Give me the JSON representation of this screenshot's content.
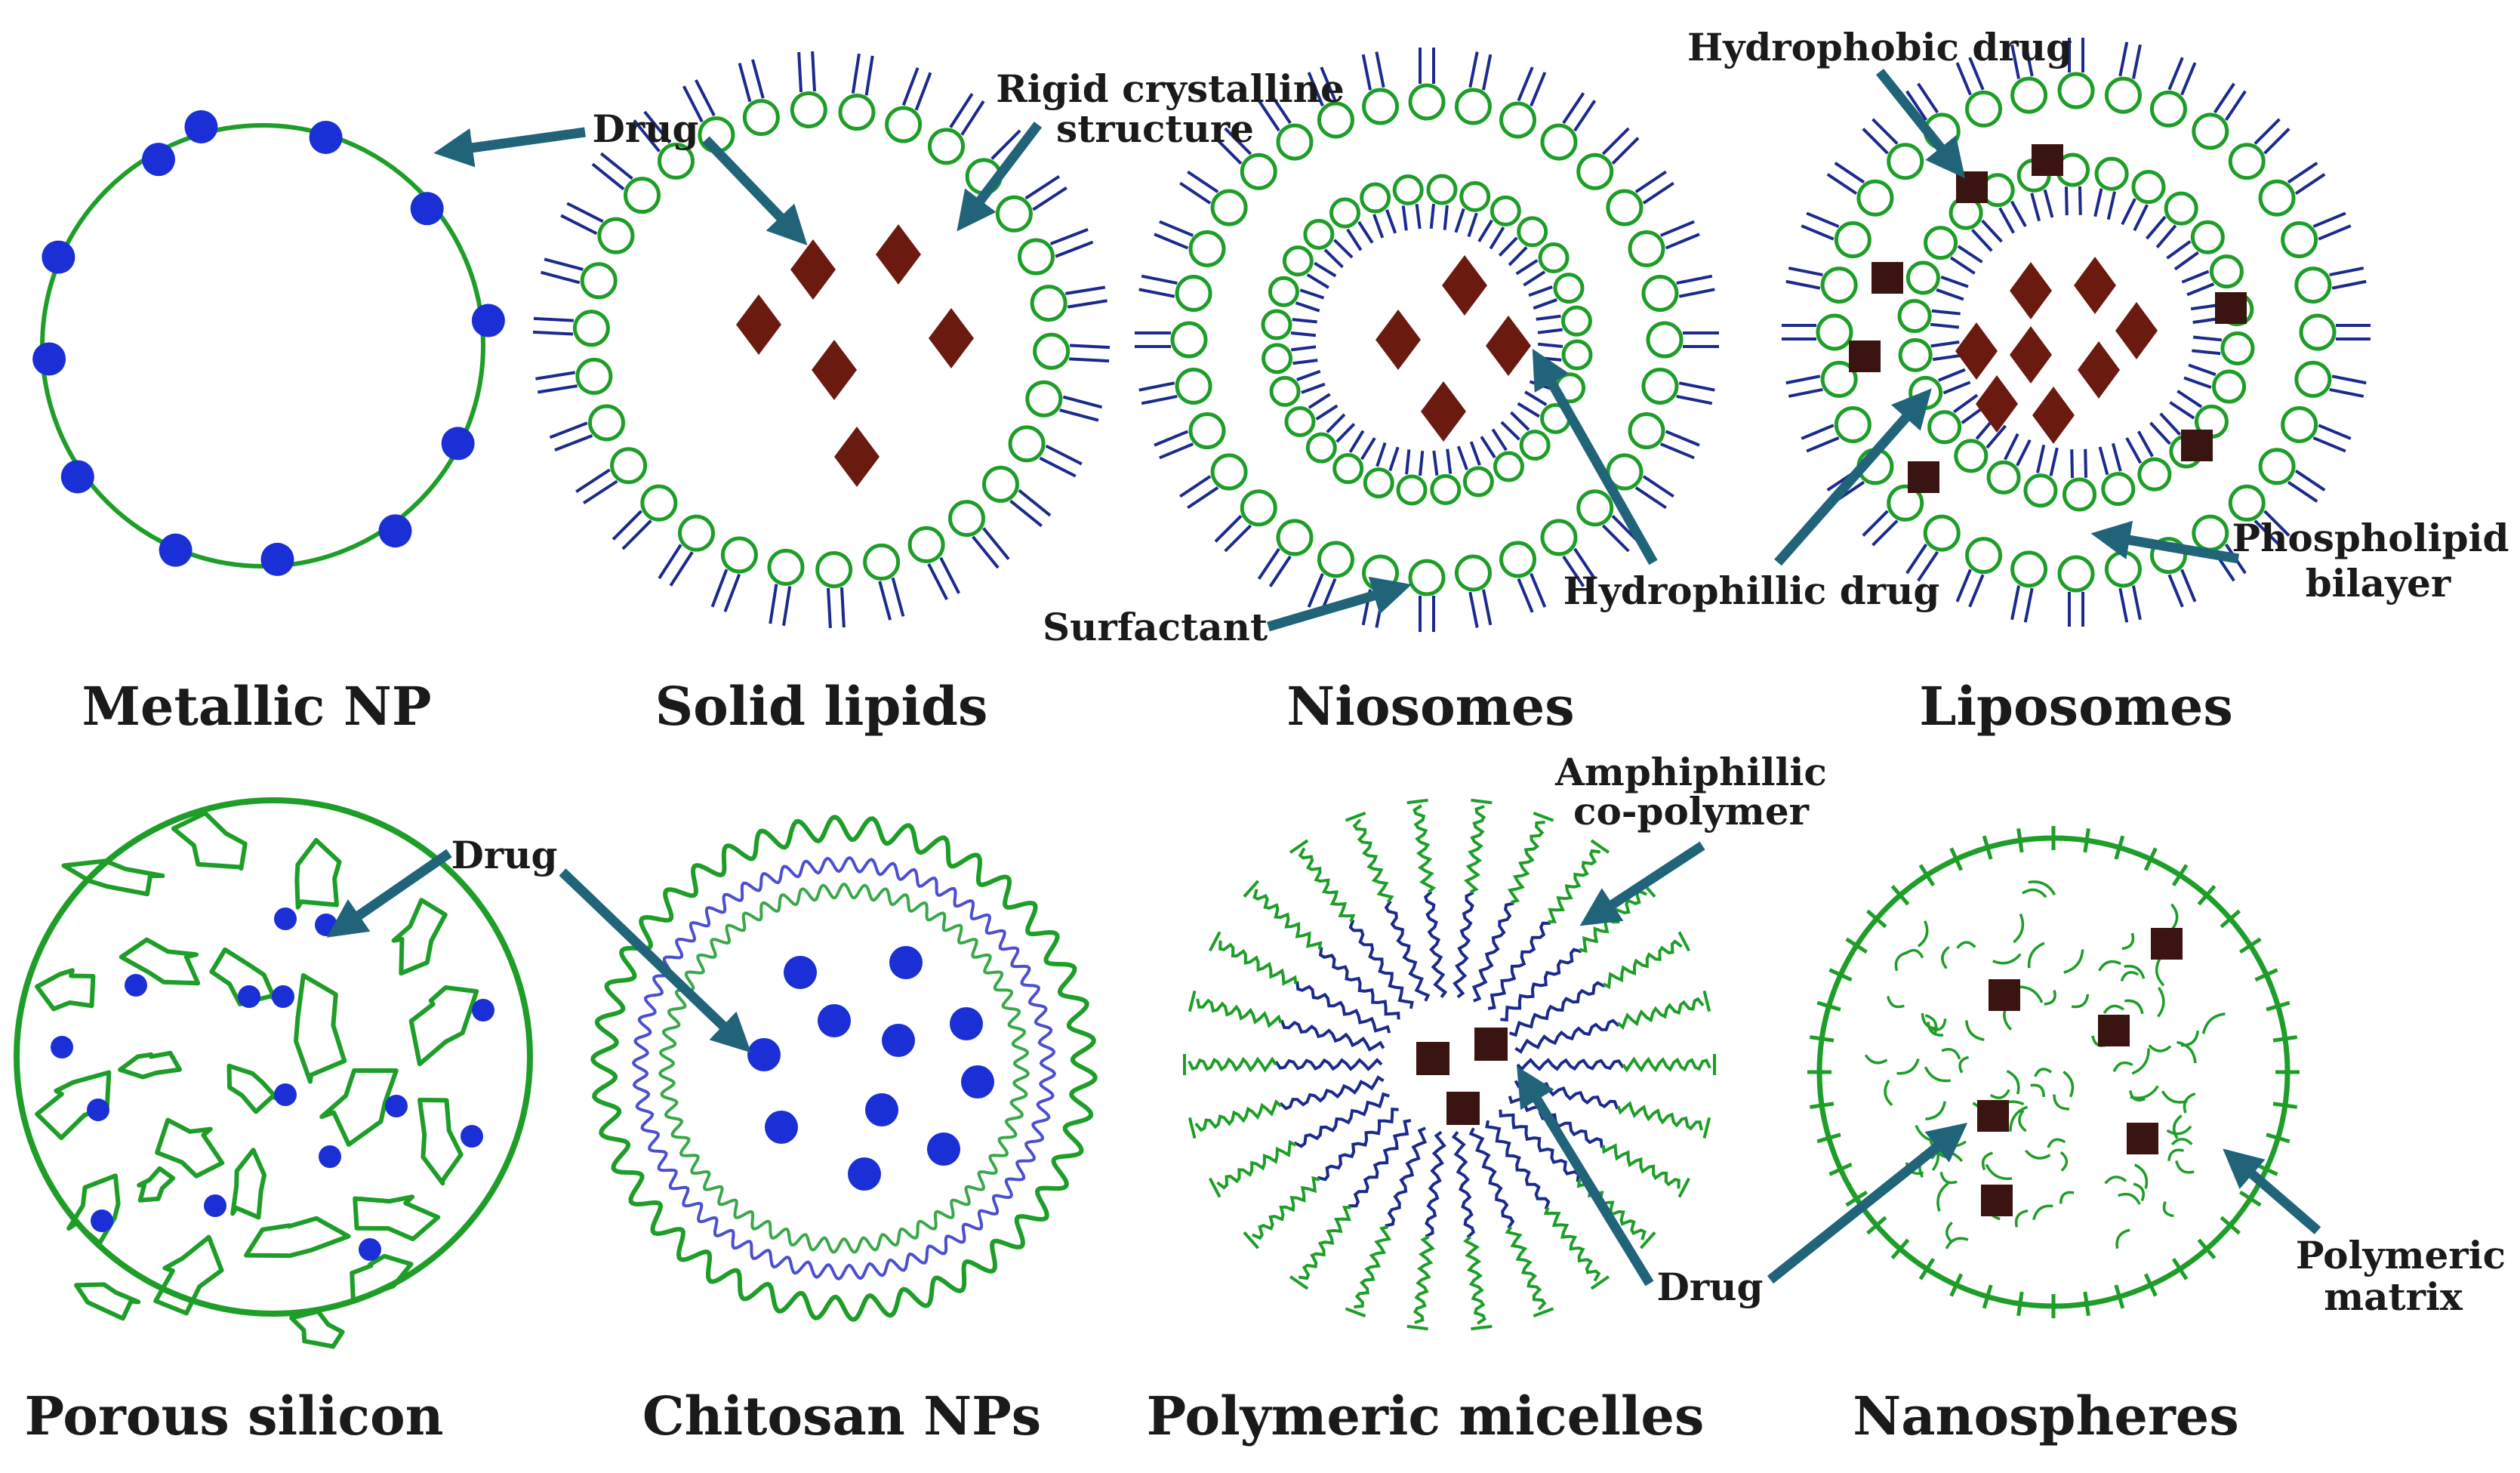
{
  "colors": {
    "green": "#1e9e28",
    "blue": "#1a2fd6",
    "navy": "#1b2a8c",
    "brown": "#6b1a10",
    "darkbrown": "#3a1410",
    "arrow": "#21647a"
  },
  "titles": {
    "metallic": "Metallic NP",
    "solid": "Solid lipids",
    "niosomes": "Niosomes",
    "liposomes": "Liposomes",
    "porous": "Porous silicon",
    "chitosan": "Chitosan NPs",
    "micelles": "Polymeric micelles",
    "nanospheres": "Nanospheres"
  },
  "labels": {
    "drug_metallic": "Drug",
    "rigid_line1": "Rigid crystalline",
    "rigid_line2": "structure",
    "surfactant": "Surfactant",
    "hydrophobic": "Hydrophobic drug",
    "hydrophillic": "Hydrophillic drug",
    "phospholipid_line1": "Phospholipid",
    "phospholipid_line2": "bilayer",
    "drug_porous": "Drug",
    "amphiphillic_line1": "Amphiphillic",
    "amphiphillic_line2": "co-polymer",
    "drug_micelle": "Drug",
    "polymeric_line1": "Polymeric",
    "polymeric_line2": "matrix"
  }
}
